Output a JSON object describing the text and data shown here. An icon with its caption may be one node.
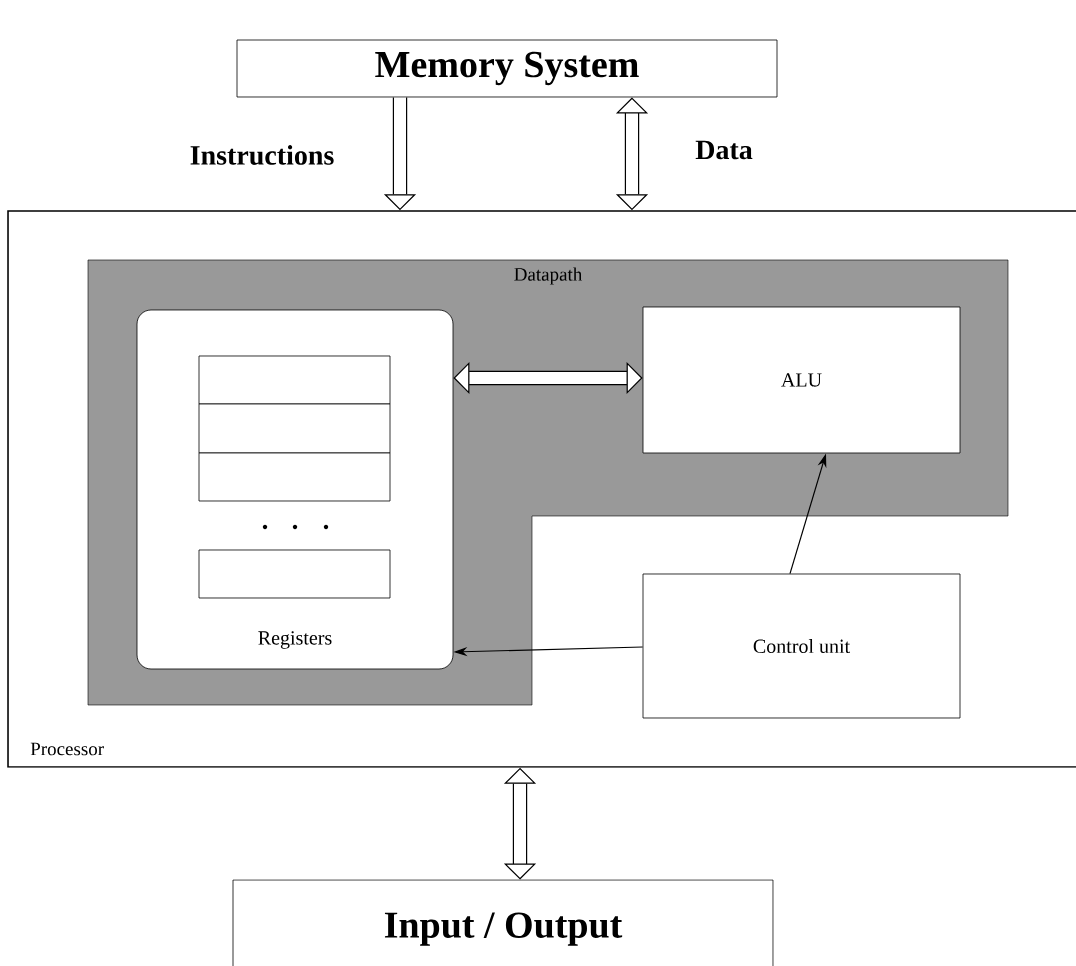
{
  "diagram": {
    "nodes": [
      {
        "text": [
          "Memory System"
        ]
      },
      {
        "text": [
          "Processor"
        ]
      },
      {
        "text": [
          "Datapath"
        ],
        "in": 1
      },
      {
        "text": [
          "Registers"
        ],
        "in": 2
      },
      {
        "text": [],
        "shape": "box",
        "in": 3
      },
      {
        "text": [],
        "shape": "box",
        "in": 3
      },
      {
        "text": [],
        "shape": "box",
        "in": 3
      },
      {
        "text": [],
        "shape": "box",
        "in": 3
      },
      {
        "text": [
          "ALU"
        ],
        "in": 2
      },
      {
        "text": [
          "Control unit"
        ],
        "in": 1
      },
      {
        "text": [
          "Input / Output"
        ]
      }
    ],
    "edges": [
      {
        "from": 0,
        "to": 1,
        "arrow": "to",
        "label": "Instructions"
      },
      {
        "from": 0,
        "to": 1,
        "arrow": "both",
        "label": "Data"
      },
      {
        "from": 3,
        "to": 8,
        "arrow": "both"
      },
      {
        "from": 9,
        "to": 8,
        "arrow": "to"
      },
      {
        "from": 9,
        "to": 3,
        "arrow": "to"
      },
      {
        "from": 1,
        "to": 10,
        "arrow": "both"
      }
    ]
  }
}
